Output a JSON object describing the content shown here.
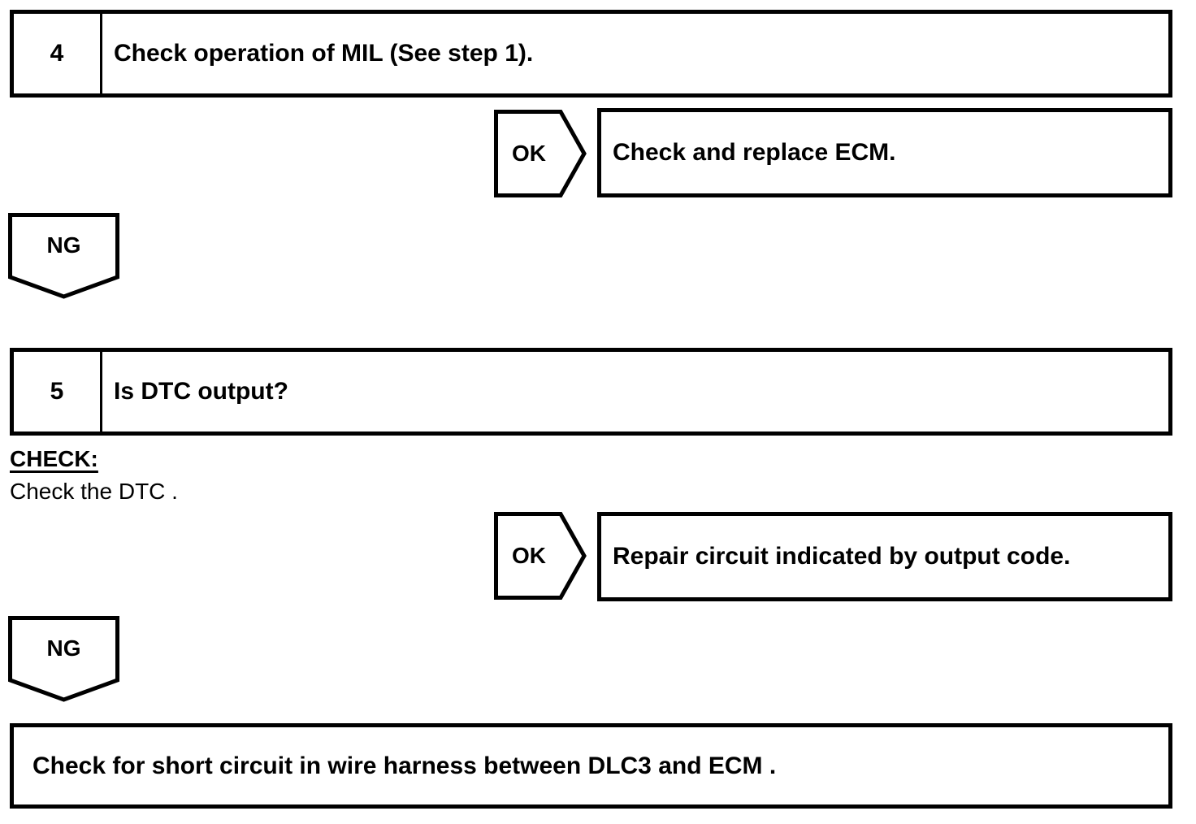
{
  "page": {
    "background": "#ffffff",
    "line_color": "#000000"
  },
  "steps": [
    {
      "number": "4",
      "title": "Check operation of MIL (See step 1).",
      "ok": {
        "label": "OK",
        "result": "Check and replace ECM."
      },
      "ng": {
        "label": "NG"
      }
    },
    {
      "number": "5",
      "title": "Is DTC output?",
      "check": {
        "heading": "CHECK:",
        "body": "Check the DTC ."
      },
      "ok": {
        "label": "OK",
        "result": "Repair circuit indicated by output code."
      },
      "ng": {
        "label": "NG"
      }
    }
  ],
  "final_action": "Check for short circuit in wire harness between DLC3 and ECM ."
}
